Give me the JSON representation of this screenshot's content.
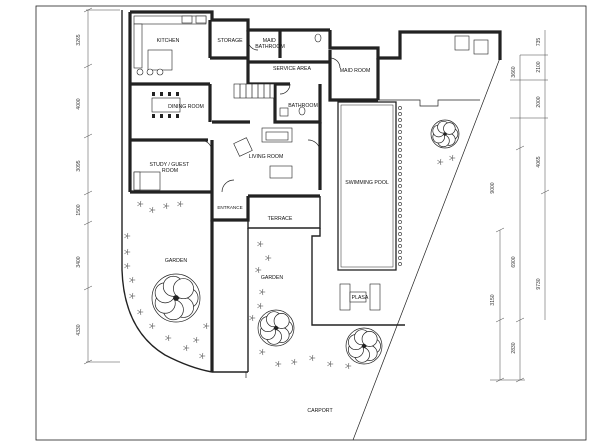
{
  "rooms": {
    "kitchen": "KITCHEN",
    "storage": "STORAGE",
    "maid_bathroom": "MAID\nBATHROOM",
    "service_area": "SERVICE AREA",
    "maid_room": "MAID ROOM",
    "dining_room": "DINING ROOM",
    "bathroom": "BATHROOM",
    "study_guest_room": "STUDY / GUEST\nROOM",
    "living_room": "LIVING ROOM",
    "swimming_pool": "SWIMMING POOL",
    "entrance": "ENTRANCE",
    "terrace": "TERRACE",
    "garden_left": "GARDEN",
    "garden_middle": "GARDEN",
    "plasa": "PLASA",
    "carport": "CARPORT"
  },
  "dimensions": {
    "left": [
      "3265",
      "4000",
      "3095",
      "1500",
      "3400",
      "4330"
    ],
    "right_outer": [
      "735",
      "3660",
      "2100",
      "2000",
      "4065",
      "9000",
      "6900",
      "9730",
      "3150",
      "2830"
    ]
  }
}
